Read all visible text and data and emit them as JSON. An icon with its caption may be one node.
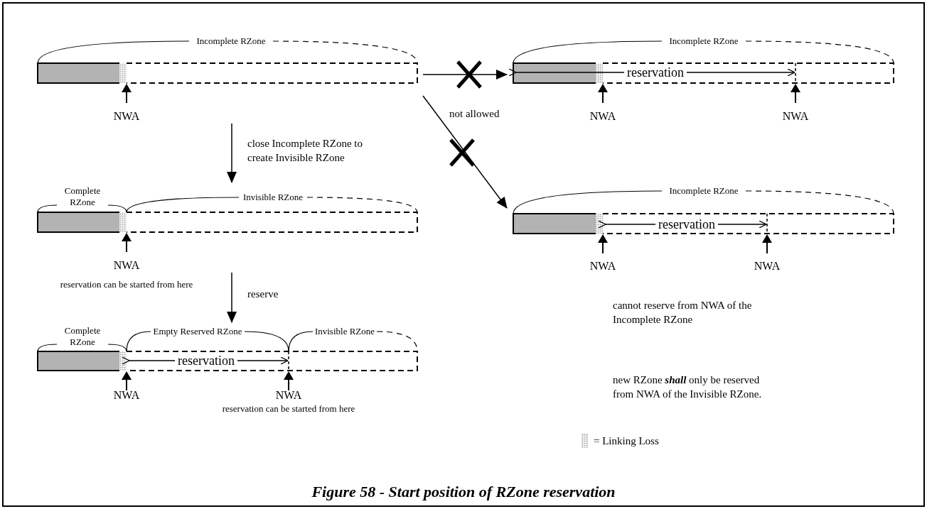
{
  "diagram": {
    "caption": "Figure 58 - Start position of RZone reservation",
    "nodes": [
      {
        "text": [
          "Incomplete RZone",
          "NWA"
        ]
      },
      {
        "text": [
          "Incomplete RZone",
          "reservation",
          "NWA",
          "NWA"
        ]
      },
      {
        "text": [
          "Complete RZone",
          "Invisible RZone",
          "NWA"
        ],
        "beside": [
          "reservation can be started from here"
        ]
      },
      {
        "text": [
          "Incomplete RZone",
          "reservation",
          "NWA",
          "NWA"
        ]
      },
      {
        "text": [
          "Complete RZone",
          "Empty Reserved RZone",
          "Invisible RZone",
          "reservation",
          "NWA",
          "NWA"
        ],
        "beside": [
          "reservation can be started from here"
        ]
      }
    ],
    "edges": [
      {
        "from": 0,
        "to": 2,
        "arrow": "to",
        "label": "close Incomplete RZone to create Invisible RZone"
      },
      {
        "from": 2,
        "to": 4,
        "arrow": "to",
        "label": "reserve"
      },
      {
        "from": 0,
        "to": 1,
        "arrow": "to"
      },
      {
        "from": 0,
        "to": 3,
        "arrow": "to",
        "label": "not allowed"
      }
    ],
    "labels": [
      "cannot reserve from NWA of the Incomplete RZone",
      "new RZone **shall** only be reserved from NWA of the Invisible RZone."
    ],
    "legend": [
      {
        "text": "= Linking Loss"
      }
    ]
  }
}
